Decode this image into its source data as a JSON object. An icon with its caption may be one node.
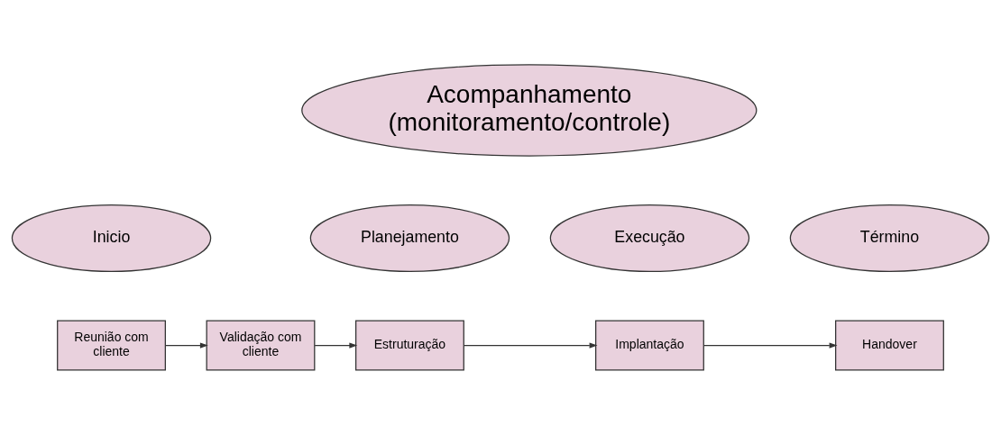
{
  "diagram": {
    "nodes": [
      {
        "text": [
          "Acompanhamento (monitoramento/controle)"
        ]
      },
      {
        "text": [
          "Inicio"
        ]
      },
      {
        "text": [
          "Planejamento"
        ]
      },
      {
        "text": [
          "Execução"
        ]
      },
      {
        "text": [
          "Término"
        ]
      },
      {
        "text": [
          "Reunião com cliente"
        ]
      },
      {
        "text": [
          "Validação com cliente"
        ]
      },
      {
        "text": [
          "Estruturação"
        ]
      },
      {
        "text": [
          "Implantação"
        ]
      },
      {
        "text": [
          "Handover"
        ]
      }
    ],
    "edges": [
      {
        "from": 5,
        "to": 6,
        "arrow": "to"
      },
      {
        "from": 6,
        "to": 7,
        "arrow": "to"
      },
      {
        "from": 7,
        "to": 8,
        "arrow": "to"
      },
      {
        "from": 8,
        "to": 9,
        "arrow": "to"
      }
    ]
  }
}
